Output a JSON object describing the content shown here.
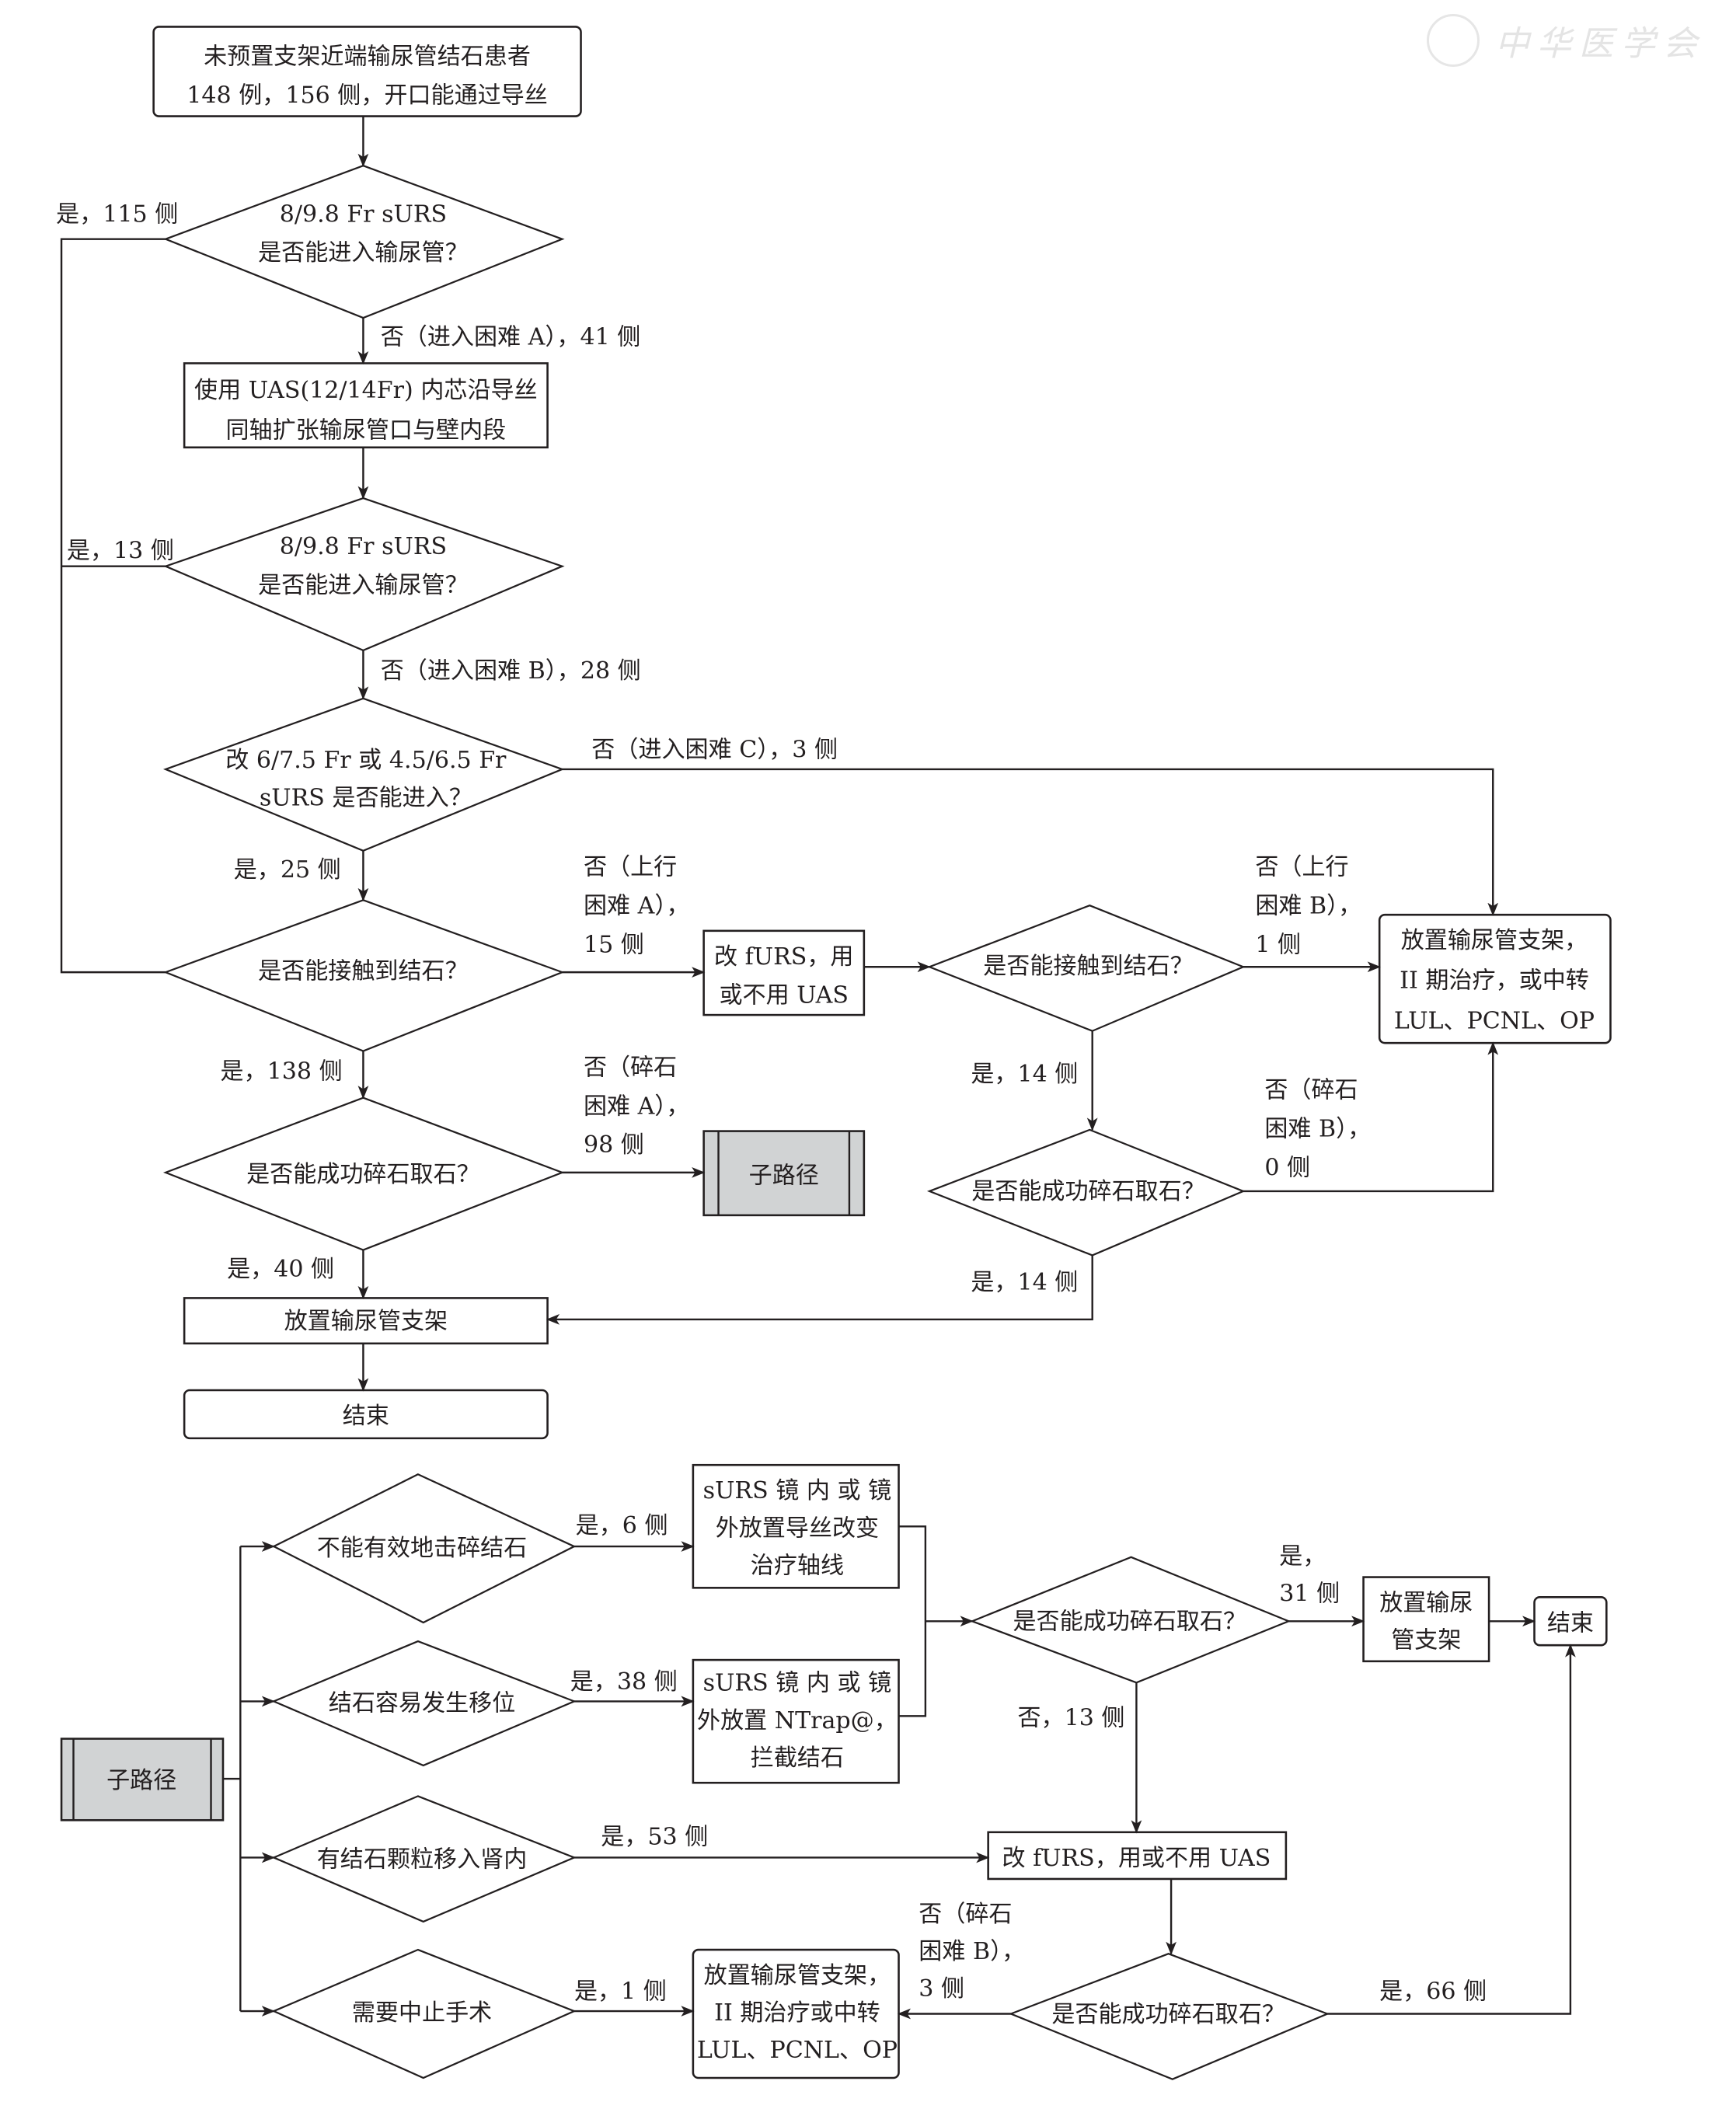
{
  "watermark": {
    "text": "中华医学会",
    "icon": "society-seal-icon"
  },
  "colors": {
    "line": "#231f20",
    "subpath_fill": "#d1d3d4",
    "background": "#ffffff"
  },
  "main": {
    "start": [
      "未预置支架近端输尿管结石患者",
      "148 例，156 侧，开口能通过导丝"
    ],
    "d1": [
      "8/9.8 Fr sURS",
      "是否能进入输尿管？"
    ],
    "d1_yes": "是，115 侧",
    "d1_no": "否（进入困难 A），41 侧",
    "uas_box": [
      "使用 UAS(12/14Fr) 内芯沿导丝",
      "同轴扩张输尿管口与壁内段"
    ],
    "d2": [
      "8/9.8 Fr sURS",
      "是否能进入输尿管？"
    ],
    "d2_yes": "是，13 侧",
    "d2_no": "否（进入困难 B），28 侧",
    "d3": [
      "改 6/7.5 Fr 或 4.5/6.5 Fr",
      "sURS 是否能进入？"
    ],
    "d3_no": "否（进入困难 C），3 侧",
    "d3_yes": "是，25 侧",
    "d4": [
      "是否能接触到结石？"
    ],
    "d4_no": [
      "否（上行",
      "困难 A），",
      "15 侧"
    ],
    "d4_yes": "是，138 侧",
    "furs_box": [
      "改 fURS，用",
      "或不用 UAS"
    ],
    "d5": [
      "是否能接触到结石？"
    ],
    "d5_no": [
      "否（上行",
      "困难 B），",
      "1 侧"
    ],
    "d5_yes": "是，14 侧",
    "outcome_box": [
      "放置输尿管支架，",
      "II 期治疗，或中转",
      "LUL、PCNL、OP"
    ],
    "d6": [
      "是否能成功碎石取石？"
    ],
    "d6_no": [
      "否（碎石",
      "困难 A），",
      "98 侧"
    ],
    "d6_yes": "是，40 侧",
    "subpath_box": "子路径",
    "d7": [
      "是否能成功碎石取石？"
    ],
    "d7_no": [
      "否（碎石",
      "困难 B），",
      "0 侧"
    ],
    "d7_yes": "是，14 侧",
    "stent_box": "放置输尿管支架",
    "end_box": "结束"
  },
  "subpath": {
    "start_box": "子路径",
    "s1": "不能有效地击碎结石",
    "s1_yes": "是，6 侧",
    "s1_box": [
      "sURS 镜 内 或 镜",
      "外放置导丝改变",
      "治疗轴线"
    ],
    "s2": "结石容易发生移位",
    "s2_yes": "是，38 侧",
    "s2_box": [
      "sURS 镜 内 或 镜",
      "外放置 NTrap@，",
      "拦截结石"
    ],
    "s3": "有结石颗粒移入肾内",
    "s3_yes": "是，53 侧",
    "s4": "需要中止手术",
    "s4_yes": "是，1 侧",
    "s4_box": [
      "放置输尿管支架，",
      "II 期治疗或中转",
      "LUL、PCNL、OP"
    ],
    "d8": "是否能成功碎石取石？",
    "d8_yes": [
      "是，",
      "31 侧"
    ],
    "d8_no": "否，13 侧",
    "stent_box": [
      "放置输尿",
      "管支架"
    ],
    "end_box": "结束",
    "furs_box": "改 fURS，用或不用 UAS",
    "d9": "是否能成功碎石取石？",
    "d9_no": [
      "否（碎石",
      "困难 B），",
      "3 侧"
    ],
    "d9_yes": "是，66 侧"
  }
}
